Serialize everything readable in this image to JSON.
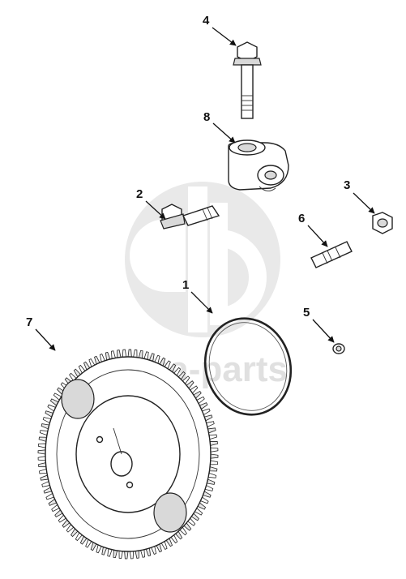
{
  "callouts": {
    "c1": "1",
    "c2": "2",
    "c3": "3",
    "c4": "4",
    "c5": "5",
    "c6": "6",
    "c7": "7",
    "c8": "8"
  },
  "watermark": {
    "text": "delta-parts"
  },
  "colors": {
    "line": "#222222",
    "watermark": "#c8c8c8",
    "background": "#ffffff"
  }
}
